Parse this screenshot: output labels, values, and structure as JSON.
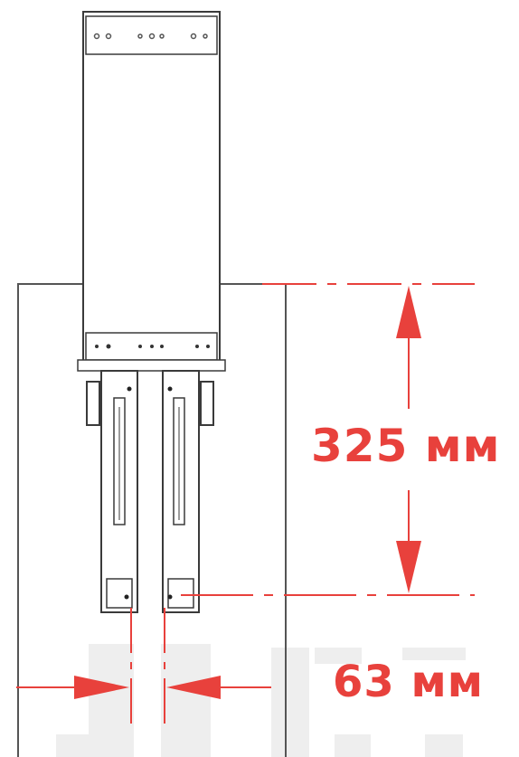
{
  "diagram": {
    "dimensions": [
      {
        "id": "height",
        "label": "325 мм"
      },
      {
        "id": "width",
        "label": "63 мм"
      }
    ],
    "colors": {
      "dimension": "#e8413c",
      "outline": "#3a3a3a",
      "cabinet": "#555555",
      "faded_background": "#eeeeee"
    }
  }
}
